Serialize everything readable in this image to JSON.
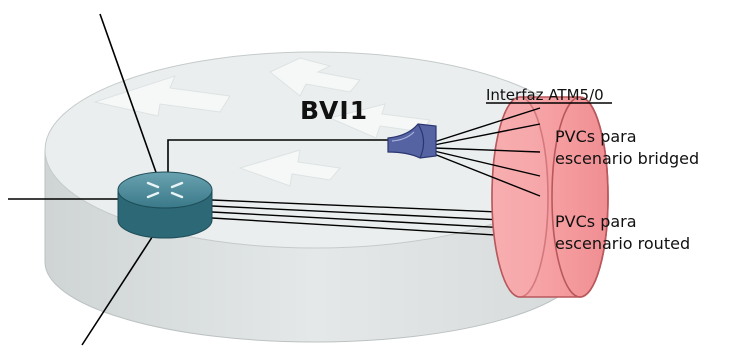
{
  "labels": {
    "bvi": "BVI1",
    "interface": "Interfaz ATM5/0",
    "pvc_bridged": [
      "PVCs para",
      "escenario bridged"
    ],
    "pvc_routed": [
      "PVCs para",
      "escenario routed"
    ]
  },
  "icons": {
    "cloud": "big-router-backdrop-icon",
    "router": "router-icon",
    "bvi": "bridge-virtual-interface-icon",
    "atm": "atm-interface-cylinder-icon"
  },
  "colors": {
    "backdrop_top": "#e9eded",
    "backdrop_side": "#dde1e1",
    "router_top": "#3f7f8f",
    "router_side": "#2c6472",
    "bvi_fill": "#5d69a8",
    "atm_fill": "#f6a0a2",
    "atm_stroke": "#c76a6e"
  }
}
